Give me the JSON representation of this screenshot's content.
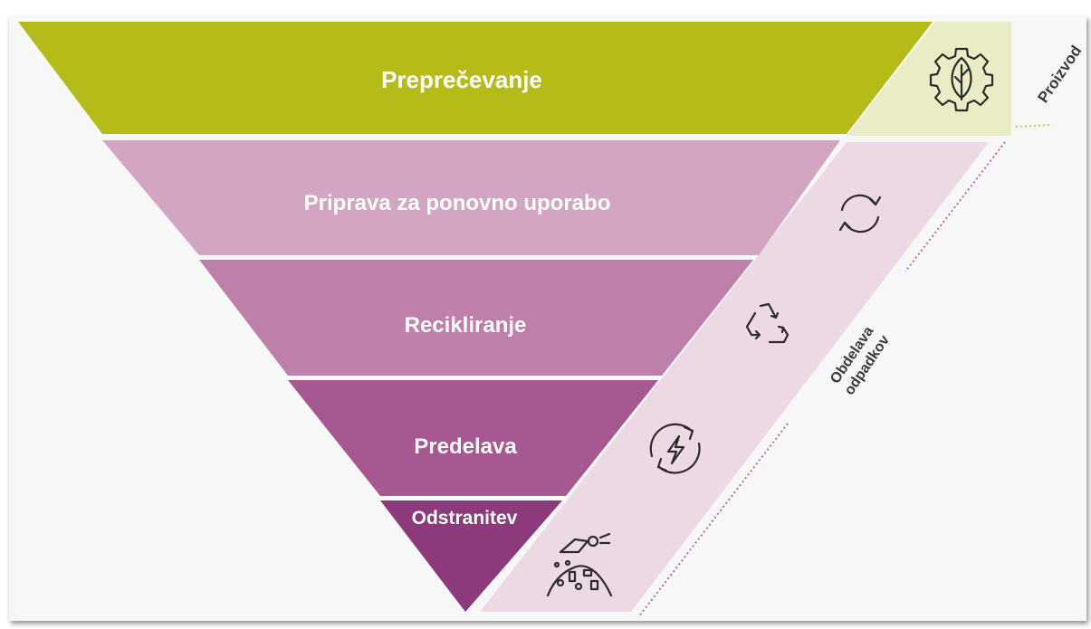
{
  "levels": [
    {
      "label": "Preprečevanje",
      "color": "#b5bb17"
    },
    {
      "label": "Priprava za ponovno uporabo",
      "color": "#d3a5c3"
    },
    {
      "label": "Recikliranje",
      "color": "#be80ab"
    },
    {
      "label": "Predelava",
      "color": "#a85891"
    },
    {
      "label": "Odstranitev",
      "color": "#8c3a7b"
    }
  ],
  "side": {
    "product_label": "Proizvod",
    "waste_line1": "Obdelava",
    "waste_line2": "odpadkov",
    "product_band_color": "#eaecc6",
    "waste_band_color": "#ecd9e5",
    "product_dot_color": "#c9c94a",
    "waste_dot_color": "#b569a8"
  },
  "icons": [
    "gear-leaf-icon",
    "refresh-icon",
    "recycle-icon",
    "energy-recovery-icon",
    "landfill-icon"
  ]
}
